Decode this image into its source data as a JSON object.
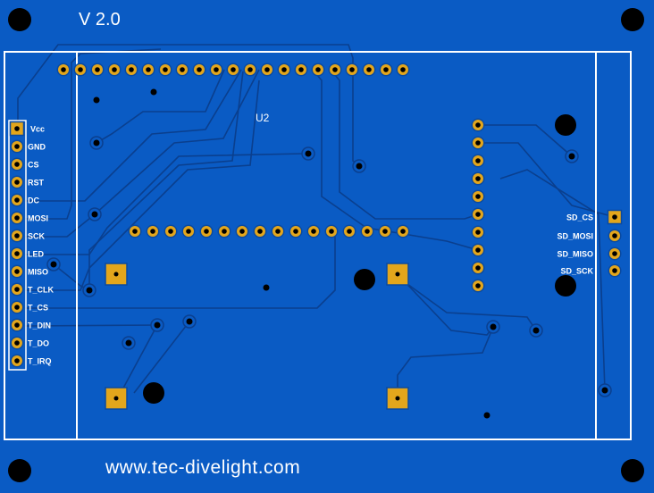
{
  "board": {
    "version_label": "V 2.0",
    "component_ref": "U2",
    "website": "www.tec-divelight.com",
    "colors": {
      "board": "#0a5bc4",
      "pad": "#e3a61c",
      "trace": "#0a3f8e",
      "silk": "#ffffff",
      "hole": "#000000"
    }
  },
  "left_header": {
    "pins": [
      "Vcc",
      "GND",
      "CS",
      "RST",
      "DC",
      "MOSI",
      "SCK",
      "LED",
      "MISO",
      "T_CLK",
      "T_CS",
      "T_DIN",
      "T_DO",
      "T_IRQ"
    ]
  },
  "sd_header": {
    "pins": [
      "SD_CS",
      "SD_MOSI",
      "SD_MISO",
      "SD_SCK"
    ]
  }
}
